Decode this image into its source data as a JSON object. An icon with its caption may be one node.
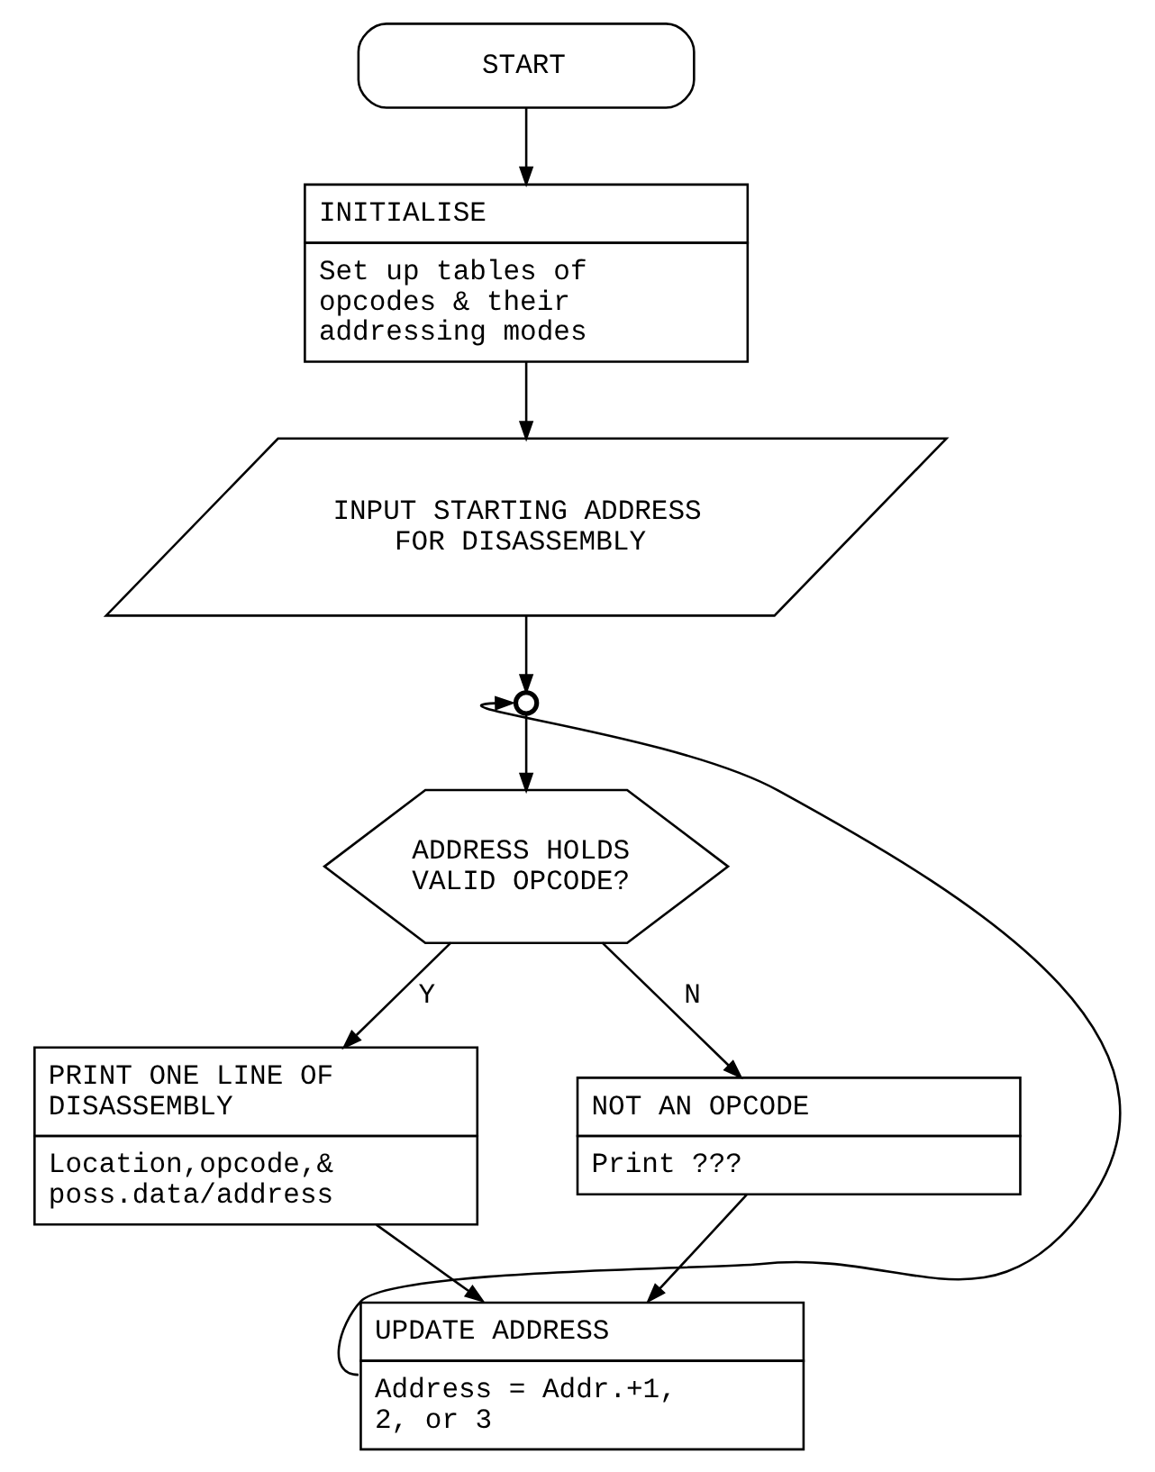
{
  "diagram": {
    "nodes": [
      {
        "text": [
          "START"
        ]
      },
      {
        "text": [
          "INITIALISE",
          "Set up tables of opcodes & their addressing modes"
        ]
      },
      {
        "text": [
          "INPUT STARTING ADDRESS FOR DISASSEMBLY"
        ]
      },
      {
        "text": [],
        "shape": "circle"
      },
      {
        "text": [
          "ADDRESS HOLDS VALID OPCODE?"
        ]
      },
      {
        "text": [
          "PRINT ONE LINE OF DISASSEMBLY",
          "Location,opcode,& poss.data/address"
        ]
      },
      {
        "text": [
          "NOT AN OPCODE",
          "Print ???"
        ]
      },
      {
        "text": [
          "UPDATE ADDRESS",
          "Address = Addr.+1, 2, or 3"
        ]
      }
    ],
    "edges": [
      {
        "from": 0,
        "to": 1,
        "arrow": "to"
      },
      {
        "from": 1,
        "to": 2,
        "arrow": "to"
      },
      {
        "from": 2,
        "to": 3,
        "arrow": "to"
      },
      {
        "from": 3,
        "to": 4,
        "arrow": "to"
      },
      {
        "from": 4,
        "to": 5,
        "label": "Y",
        "arrow": "to"
      },
      {
        "from": 4,
        "to": 6,
        "label": "N",
        "arrow": "to"
      },
      {
        "from": 5,
        "to": 7,
        "arrow": "to"
      },
      {
        "from": 6,
        "to": 7,
        "arrow": "to"
      },
      {
        "from": 7,
        "to": 3,
        "arrow": "to"
      }
    ]
  }
}
